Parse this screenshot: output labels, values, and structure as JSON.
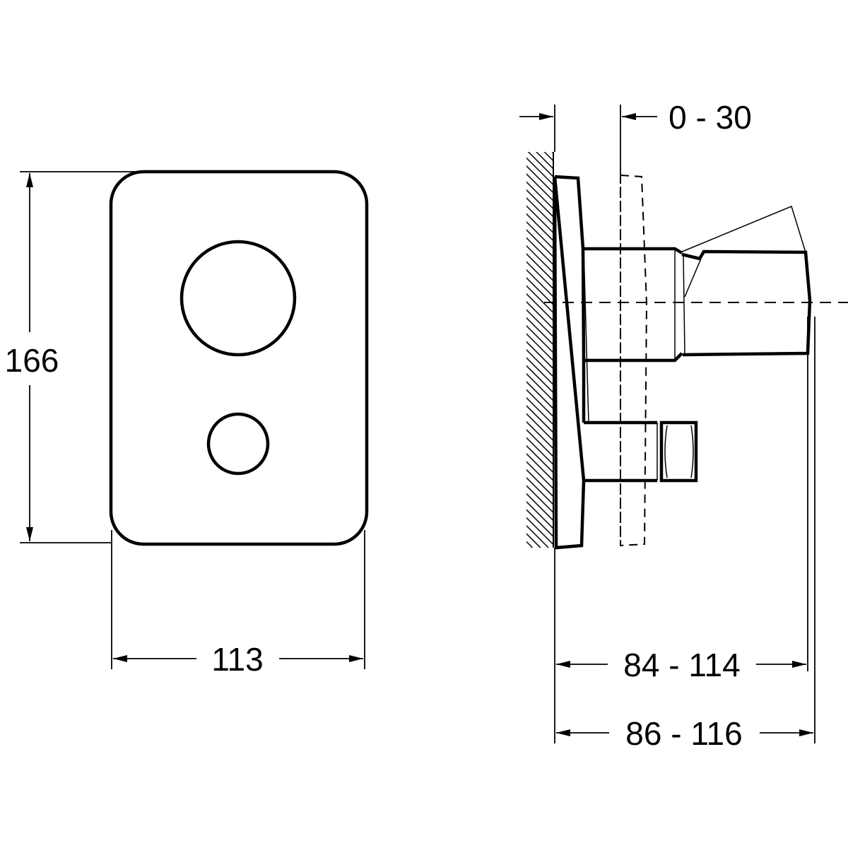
{
  "front_view": {
    "height_label": "166",
    "width_label": "113"
  },
  "side_view": {
    "offset_label": "0 - 30",
    "depth_label_1": "84 - 114",
    "depth_label_2": "86 - 116"
  },
  "colors": {
    "line": "#000000",
    "background": "#ffffff"
  }
}
